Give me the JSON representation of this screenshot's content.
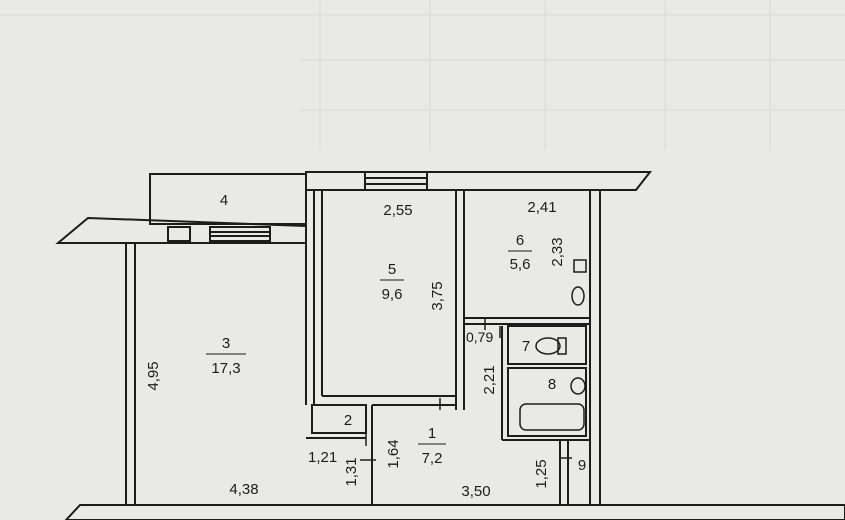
{
  "rooms": [
    {
      "id": "1",
      "area": "7,2"
    },
    {
      "id": "2"
    },
    {
      "id": "3",
      "area": "17,3"
    },
    {
      "id": "4"
    },
    {
      "id": "5",
      "area": "9,6"
    },
    {
      "id": "6",
      "area": "5,6"
    },
    {
      "id": "7"
    },
    {
      "id": "8"
    },
    {
      "id": "9"
    }
  ],
  "dimensions": {
    "d_2_55": "2,55",
    "d_2_41": "2,41",
    "d_2_33": "2,33",
    "d_3_75": "3,75",
    "d_4_95": "4,95",
    "d_0_79": "0,79",
    "d_2_21": "2,21",
    "d_1_21": "1,21",
    "d_1_31": "1,31",
    "d_1_64": "1,64",
    "d_1_25": "1,25",
    "d_4_38": "4,38",
    "d_3_50": "3,50"
  },
  "colors": {
    "background": "#e9eae6",
    "wall": "#1c1c1c"
  }
}
